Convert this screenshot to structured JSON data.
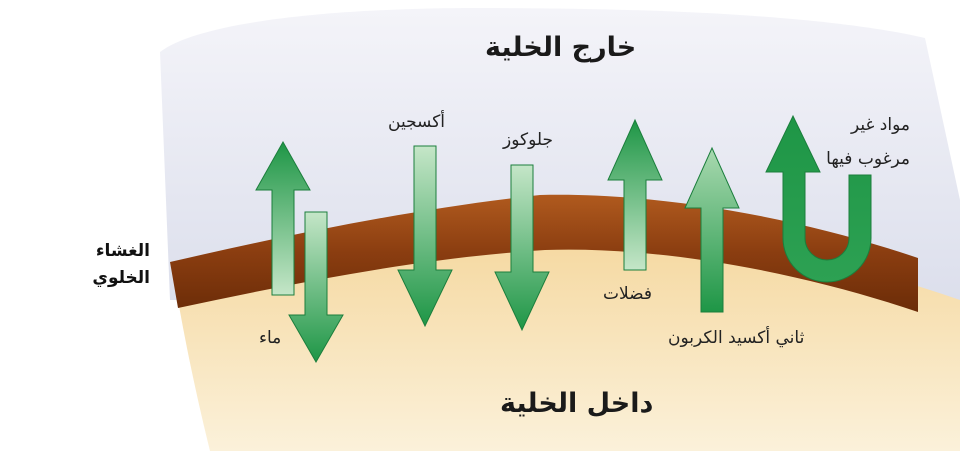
{
  "diagram": {
    "outside_label": "خارج الخلية",
    "inside_label": "داخل الخلية",
    "membrane_label": [
      "الغشاء",
      "الخلوي"
    ],
    "molecules": {
      "water": "ماء",
      "oxygen": "أكسجين",
      "glucose": "جلوكوز",
      "waste": "فضلات",
      "carbon_dioxide": "ثاني أكسيد الكربون",
      "unwanted": [
        "مواد غير",
        "مرغوب فيها"
      ]
    }
  },
  "colors": {
    "outside": "#e6e8f2",
    "inside": "#f6dfab",
    "membrane": "#8a3d10",
    "arrow_dark": "#1e9646",
    "arrow_light": "#c5e6c8"
  }
}
